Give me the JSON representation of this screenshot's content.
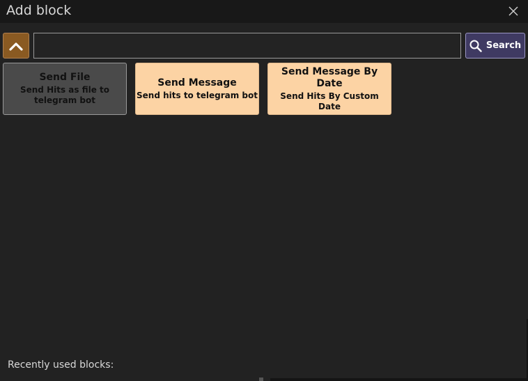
{
  "window": {
    "title": "Add block",
    "close_icon": "close-icon"
  },
  "toolbar": {
    "collapse_icon": "chevron-up-icon",
    "search_value": "",
    "search_placeholder": "",
    "search_icon": "search-icon",
    "search_label": "Search"
  },
  "blocks": [
    {
      "title": "Send File",
      "description": "Send Hits as file to telegram bot",
      "color": "#4a4a4a"
    },
    {
      "title": "Send Message",
      "description": "Send hits to telegram bot",
      "color": "#fcd3a4"
    },
    {
      "title": "Send Message By Date",
      "description": "Send Hits By Custom Date",
      "color": "#fcd3a4"
    }
  ],
  "footer": {
    "recent_label": "Recently used blocks:"
  },
  "colors": {
    "background": "#222222",
    "titlebar": "#181818",
    "accent_brown": "#8a5a22",
    "search_button": "#3f3a62",
    "block_peach": "#fcd3a4",
    "block_gray": "#4a4a4a"
  }
}
